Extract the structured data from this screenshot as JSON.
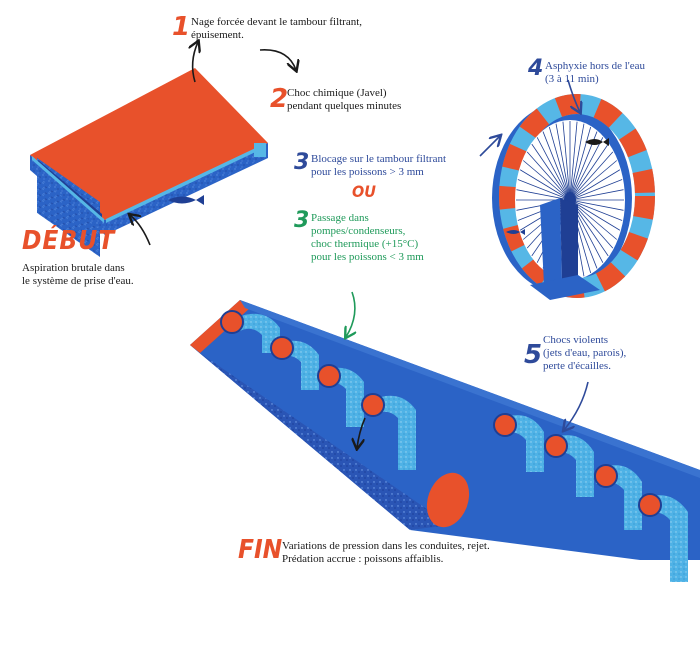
{
  "colors": {
    "orange": "#e8512b",
    "blue": "#2b63c6",
    "dark_blue": "#1f3f94",
    "light_blue": "#56b7e6",
    "green": "#1f9a5a",
    "text_blue": "#2e4a9a"
  },
  "steps": {
    "s1": {
      "num": "1",
      "line1": "Nage forcée devant le tambour filtrant,",
      "line2": "épuisement."
    },
    "s2": {
      "num": "2",
      "line1": "Choc chimique (Javel)",
      "line2": "pendant quelques minutes"
    },
    "s3a": {
      "num": "3",
      "line1": "Blocage sur le tambour filtrant",
      "line2": "pour les poissons > 3 mm"
    },
    "ou": "OU",
    "s3b": {
      "num": "3",
      "line1": "Passage dans",
      "line2": "pompes/condenseurs,",
      "line3": "choc thermique (+15°C)",
      "line4": "pour les poissons < 3 mm"
    },
    "s4": {
      "num": "4",
      "line1": "Asphyxie hors de l'eau",
      "line2": "(3 à 11 min)"
    },
    "s5": {
      "num": "5",
      "line1": "Chocs violents",
      "line2": "(jets d'eau, parois),",
      "line3": "perte d'écailles."
    }
  },
  "debut": {
    "title": "DÉBUT",
    "line1": "Aspiration brutale dans",
    "line2": "le système de prise d'eau."
  },
  "fin": {
    "title": "FIN",
    "line1": "Variations de pression dans les conduites, rejet.",
    "line2": "Prédation accrue : poissons affaiblis."
  }
}
